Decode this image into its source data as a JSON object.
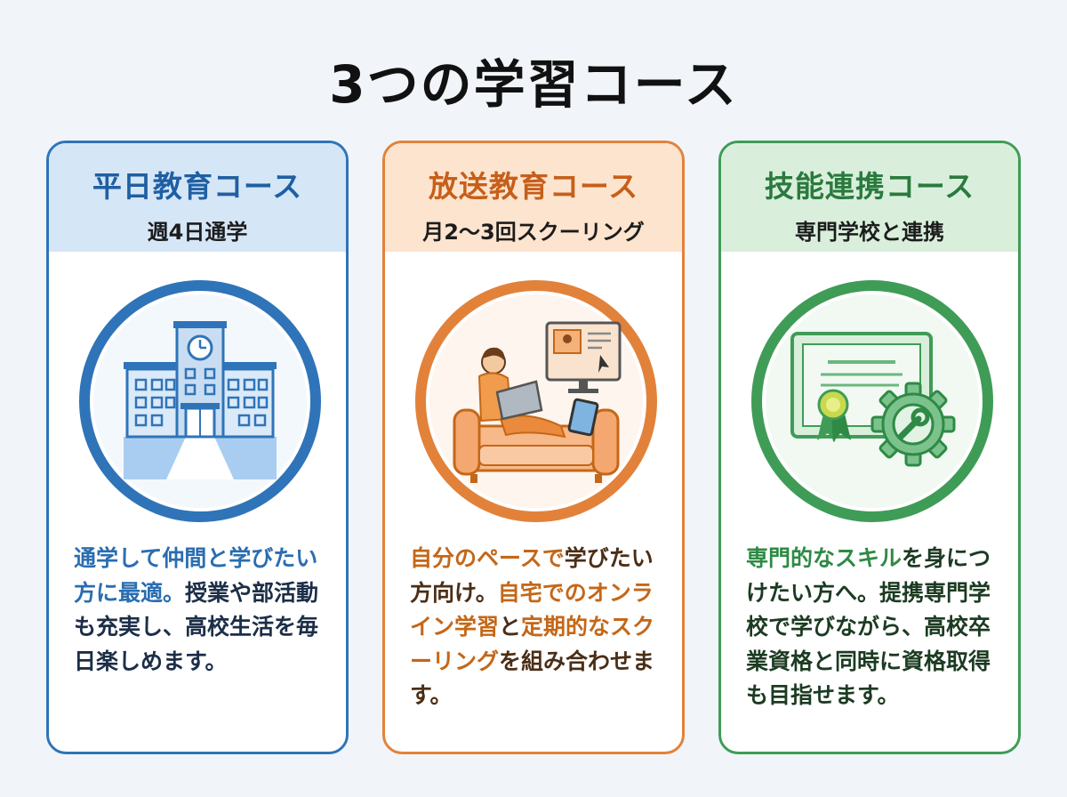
{
  "page": {
    "title": "3つの学習コース"
  },
  "colors": {
    "blue": "#2f74b8",
    "orange": "#e2823a",
    "green": "#3f9c56"
  },
  "courses": [
    {
      "title": "平日教育コース",
      "subtitle": "週4日通学",
      "icon": "school-building-icon",
      "desc": [
        {
          "text": "通学して仲間と学びたい方に最適。",
          "highlight": true
        },
        {
          "text": "授業や部活動も充実し、高校生活を毎日楽しめます。",
          "highlight": false
        }
      ]
    },
    {
      "title": "放送教育コース",
      "subtitle": "月2〜3回スクーリング",
      "icon": "online-learning-icon",
      "desc": [
        {
          "text": "自分のペースで",
          "highlight": true
        },
        {
          "text": "学びたい方向け。",
          "highlight": false
        },
        {
          "text": "自宅でのオンライン学習",
          "highlight": true
        },
        {
          "text": "と",
          "highlight": false
        },
        {
          "text": "定期的なスクーリング",
          "highlight": true
        },
        {
          "text": "を組み合わせます。",
          "highlight": false
        }
      ]
    },
    {
      "title": "技能連携コース",
      "subtitle": "専門学校と連携",
      "icon": "certificate-gear-icon",
      "desc": [
        {
          "text": "専門的なスキル",
          "highlight": true
        },
        {
          "text": "を身につけたい方へ。提携専門学校で学びながら、高校卒業資格と同時に資格取得も目指せます。",
          "highlight": false
        }
      ]
    }
  ]
}
